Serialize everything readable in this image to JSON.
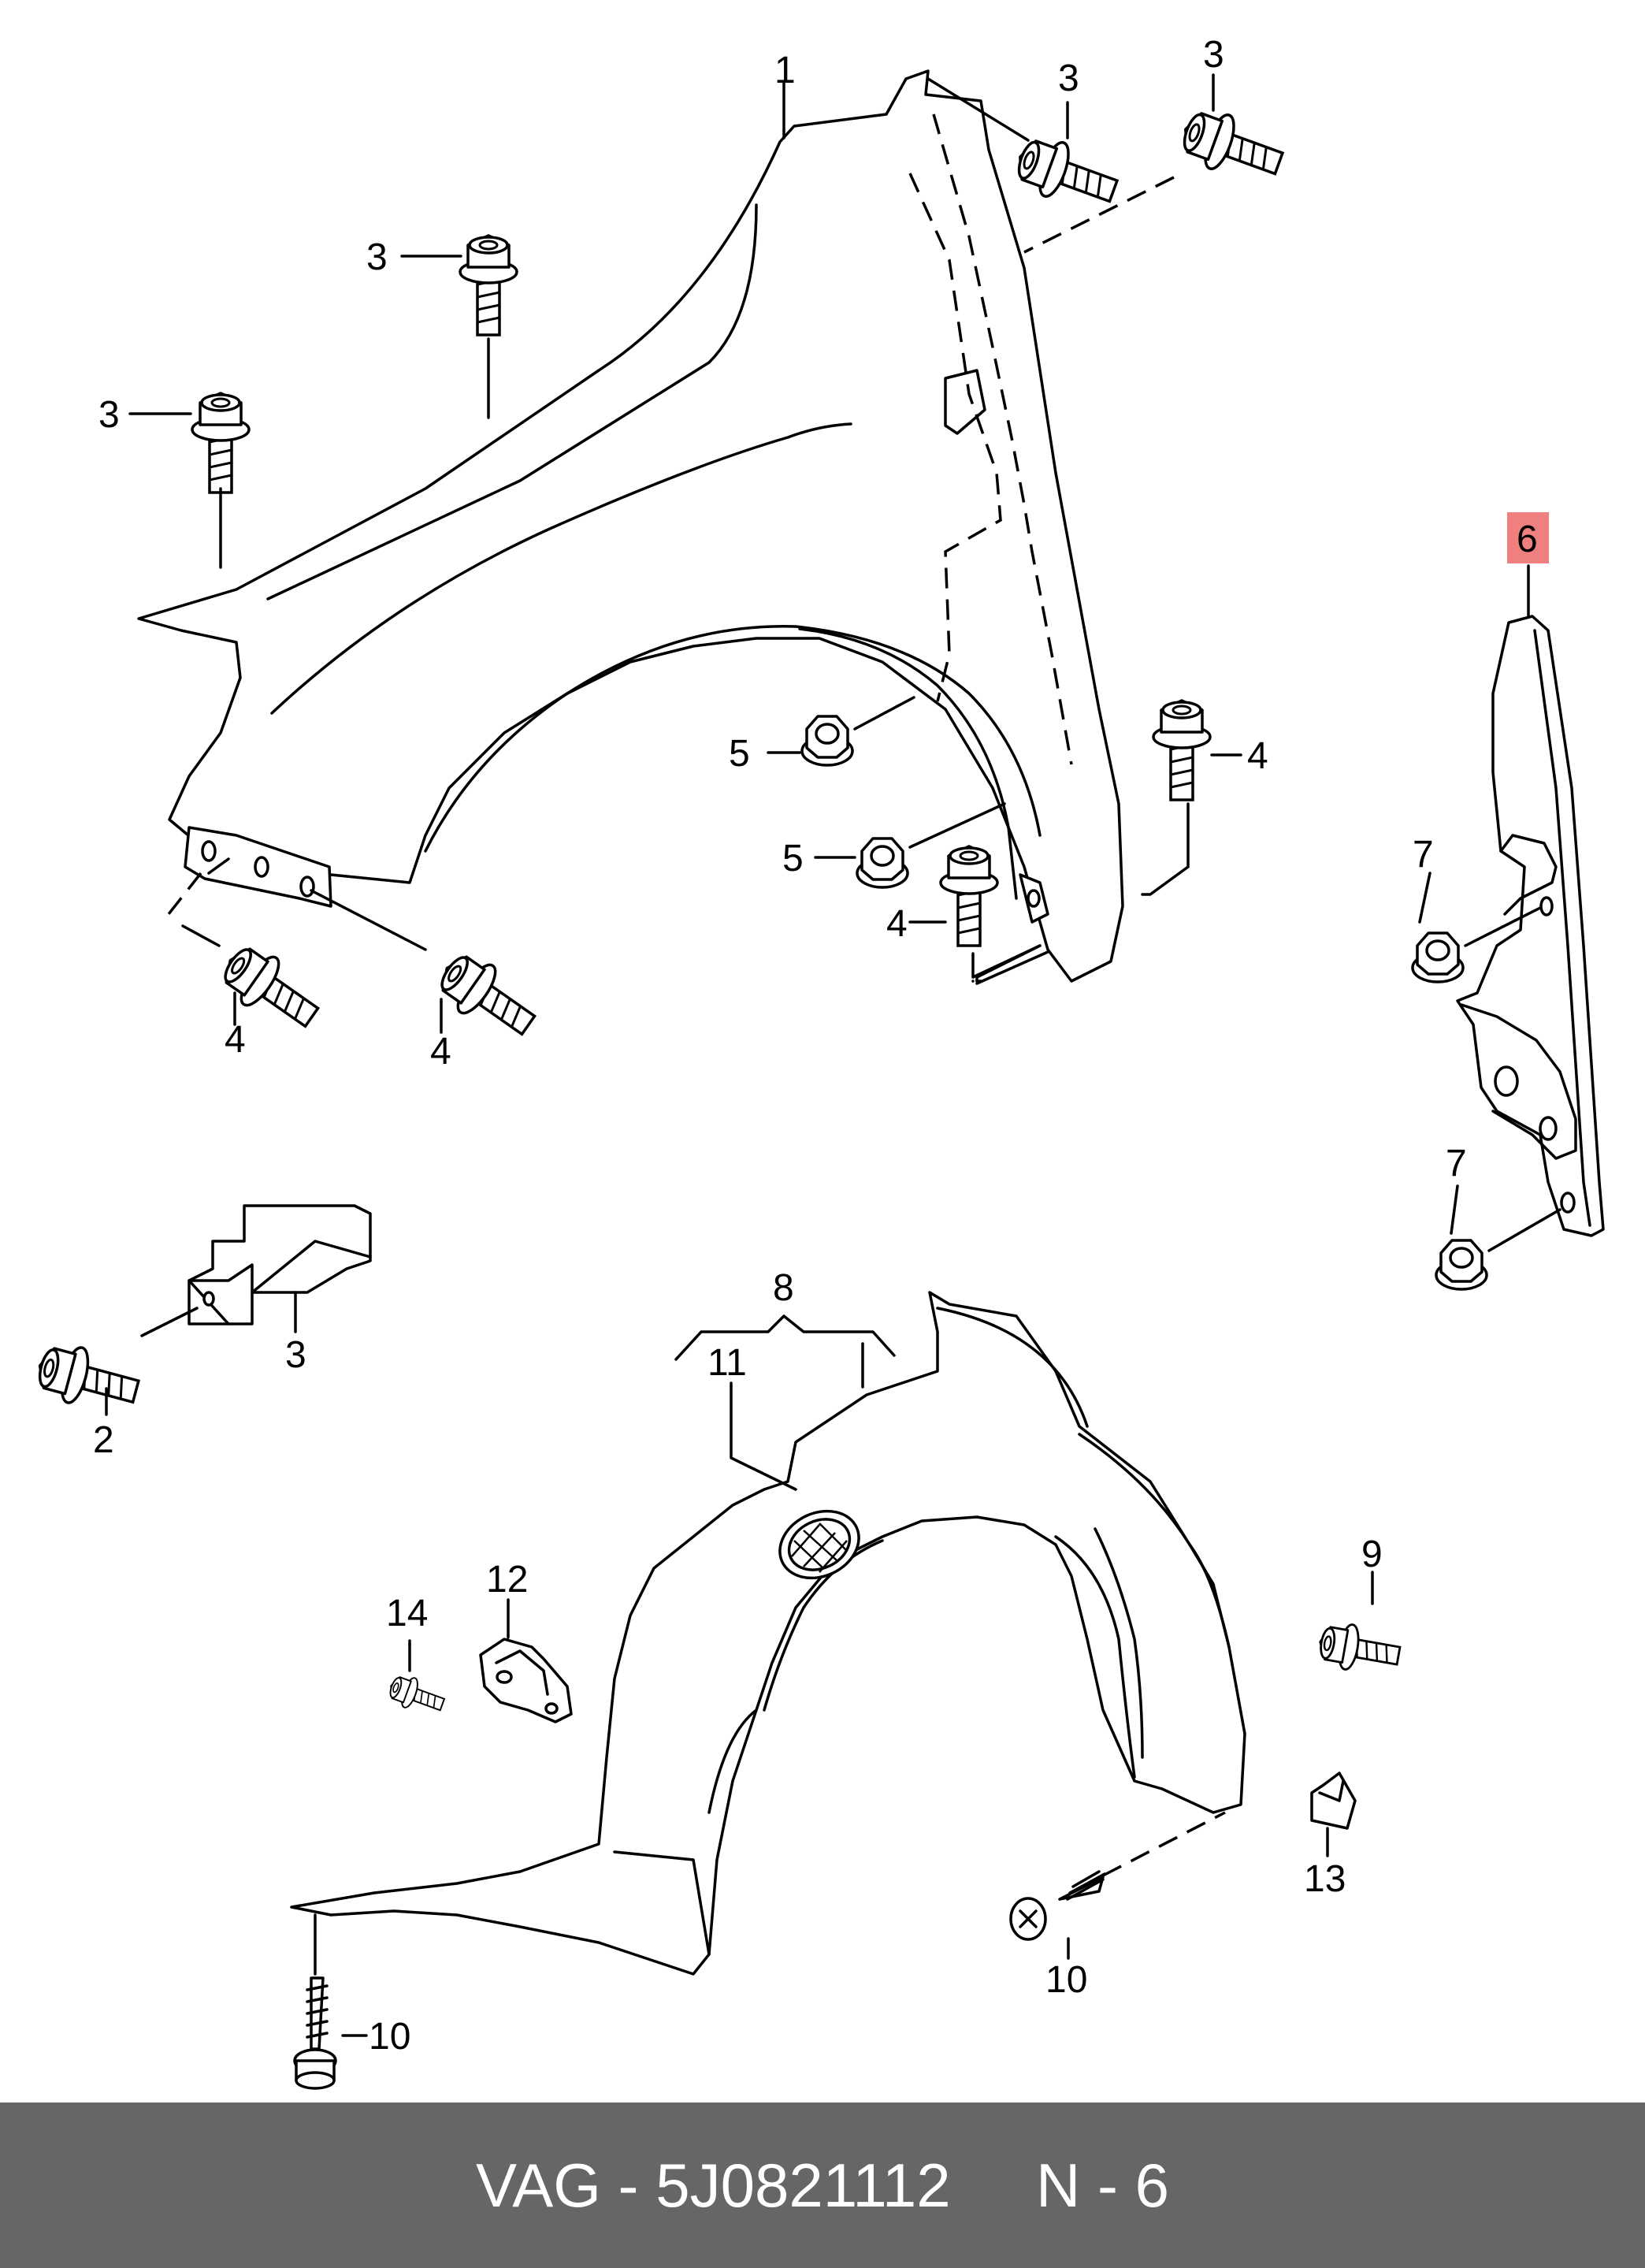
{
  "callouts": [
    {
      "id": "c1",
      "text": "1"
    },
    {
      "id": "c3a",
      "text": "3"
    },
    {
      "id": "c3b",
      "text": "3"
    },
    {
      "id": "c3c",
      "text": "3"
    },
    {
      "id": "c3d",
      "text": "3"
    },
    {
      "id": "c3e",
      "text": "3"
    },
    {
      "id": "c2",
      "text": "2"
    },
    {
      "id": "c4a",
      "text": "4"
    },
    {
      "id": "c4b",
      "text": "4"
    },
    {
      "id": "c4c",
      "text": "4"
    },
    {
      "id": "c4d",
      "text": "4"
    },
    {
      "id": "c5a",
      "text": "5"
    },
    {
      "id": "c5b",
      "text": "5"
    },
    {
      "id": "c6",
      "text": "6"
    },
    {
      "id": "c7a",
      "text": "7"
    },
    {
      "id": "c7b",
      "text": "7"
    },
    {
      "id": "c8",
      "text": "8"
    },
    {
      "id": "c9",
      "text": "9"
    },
    {
      "id": "c10a",
      "text": "10"
    },
    {
      "id": "c10b",
      "text": "10"
    },
    {
      "id": "c11",
      "text": "11"
    },
    {
      "id": "c12",
      "text": "12"
    },
    {
      "id": "c13",
      "text": "13"
    },
    {
      "id": "c14",
      "text": "14"
    }
  ],
  "highlight": {
    "callout": "6",
    "color": "#f08080"
  },
  "footer": {
    "text": "VAG - 5J0821112     N - 6",
    "background": "#666666",
    "color": "#ffffff"
  }
}
